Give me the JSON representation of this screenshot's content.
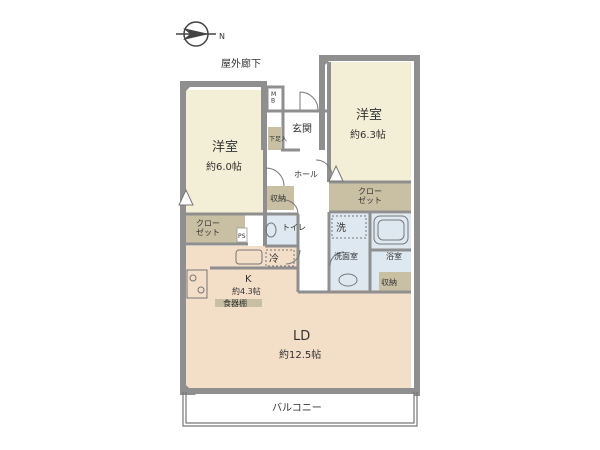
{
  "compass": {
    "label": "N"
  },
  "corridor": {
    "label": "屋外廊下"
  },
  "balcony": {
    "label": "バルコニー"
  },
  "colors": {
    "wall": "#8f8f8f",
    "floor_room": "#f3eed6",
    "floor_ld": "#f3dec7",
    "floor_wet": "#dde8f0",
    "closet": "#c9c0a4",
    "white": "#ffffff"
  },
  "rooms": {
    "west_room": {
      "name": "洋室",
      "size": "約6.0帖"
    },
    "east_room": {
      "name": "洋室",
      "size": "約6.3帖"
    },
    "kitchen": {
      "name": "K",
      "size": "約4.3帖"
    },
    "ld": {
      "name": "LD",
      "size": "約12.5帖"
    },
    "entrance": {
      "name": "玄関"
    },
    "hall": {
      "name": "ホール"
    },
    "toilet": {
      "name": "トイレ"
    },
    "washroom": {
      "name": "洗面室"
    },
    "bath": {
      "name": "浴室"
    }
  },
  "storage": {
    "closet_west": "クロー\nゼット",
    "closet_east": "クロー\nゼット",
    "storage_hall": "収納",
    "storage_wash": "収納",
    "shoe_box": "下足入",
    "mb": "M\nB",
    "pantry": "食器棚",
    "fridge": "冷",
    "washer": "洗",
    "ps": "PS"
  }
}
